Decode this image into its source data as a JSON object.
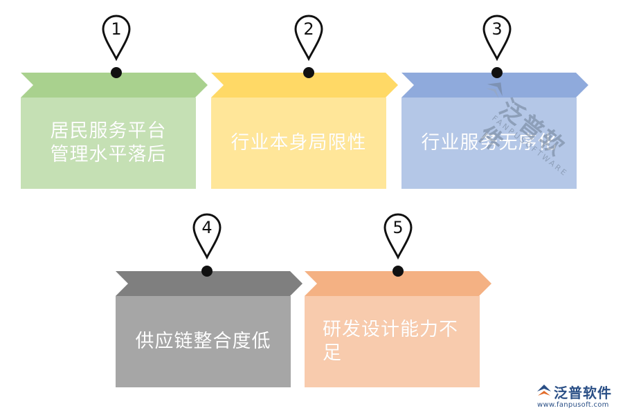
{
  "colors": {
    "pin_stroke": "#111111",
    "dot": "#111111"
  },
  "steps": [
    {
      "number": "1",
      "text": "居民服务平台\n管理水平落后",
      "arrow": "#a9d18e",
      "card": "#c5e0b4",
      "align": "center"
    },
    {
      "number": "2",
      "text": "行业本身局限性",
      "arrow": "#ffd966",
      "card": "#ffe699",
      "align": "center"
    },
    {
      "number": "3",
      "text": "行业服务无序化",
      "arrow": "#8faadc",
      "card": "#b4c7e7",
      "align": "center"
    },
    {
      "number": "4",
      "text": "供应链整合度低",
      "arrow": "#7f7f7f",
      "card": "#a6a6a6",
      "align": "center"
    },
    {
      "number": "5",
      "text": "研发设计能力不\n足",
      "arrow": "#f4b183",
      "card": "#f8cbad",
      "align": "left"
    }
  ],
  "watermark": {
    "name": "泛普软件",
    "sub": "FANPUSOFTWARE"
  },
  "logo": {
    "name": "泛普软件",
    "url": "www.fanpusoft.com"
  }
}
